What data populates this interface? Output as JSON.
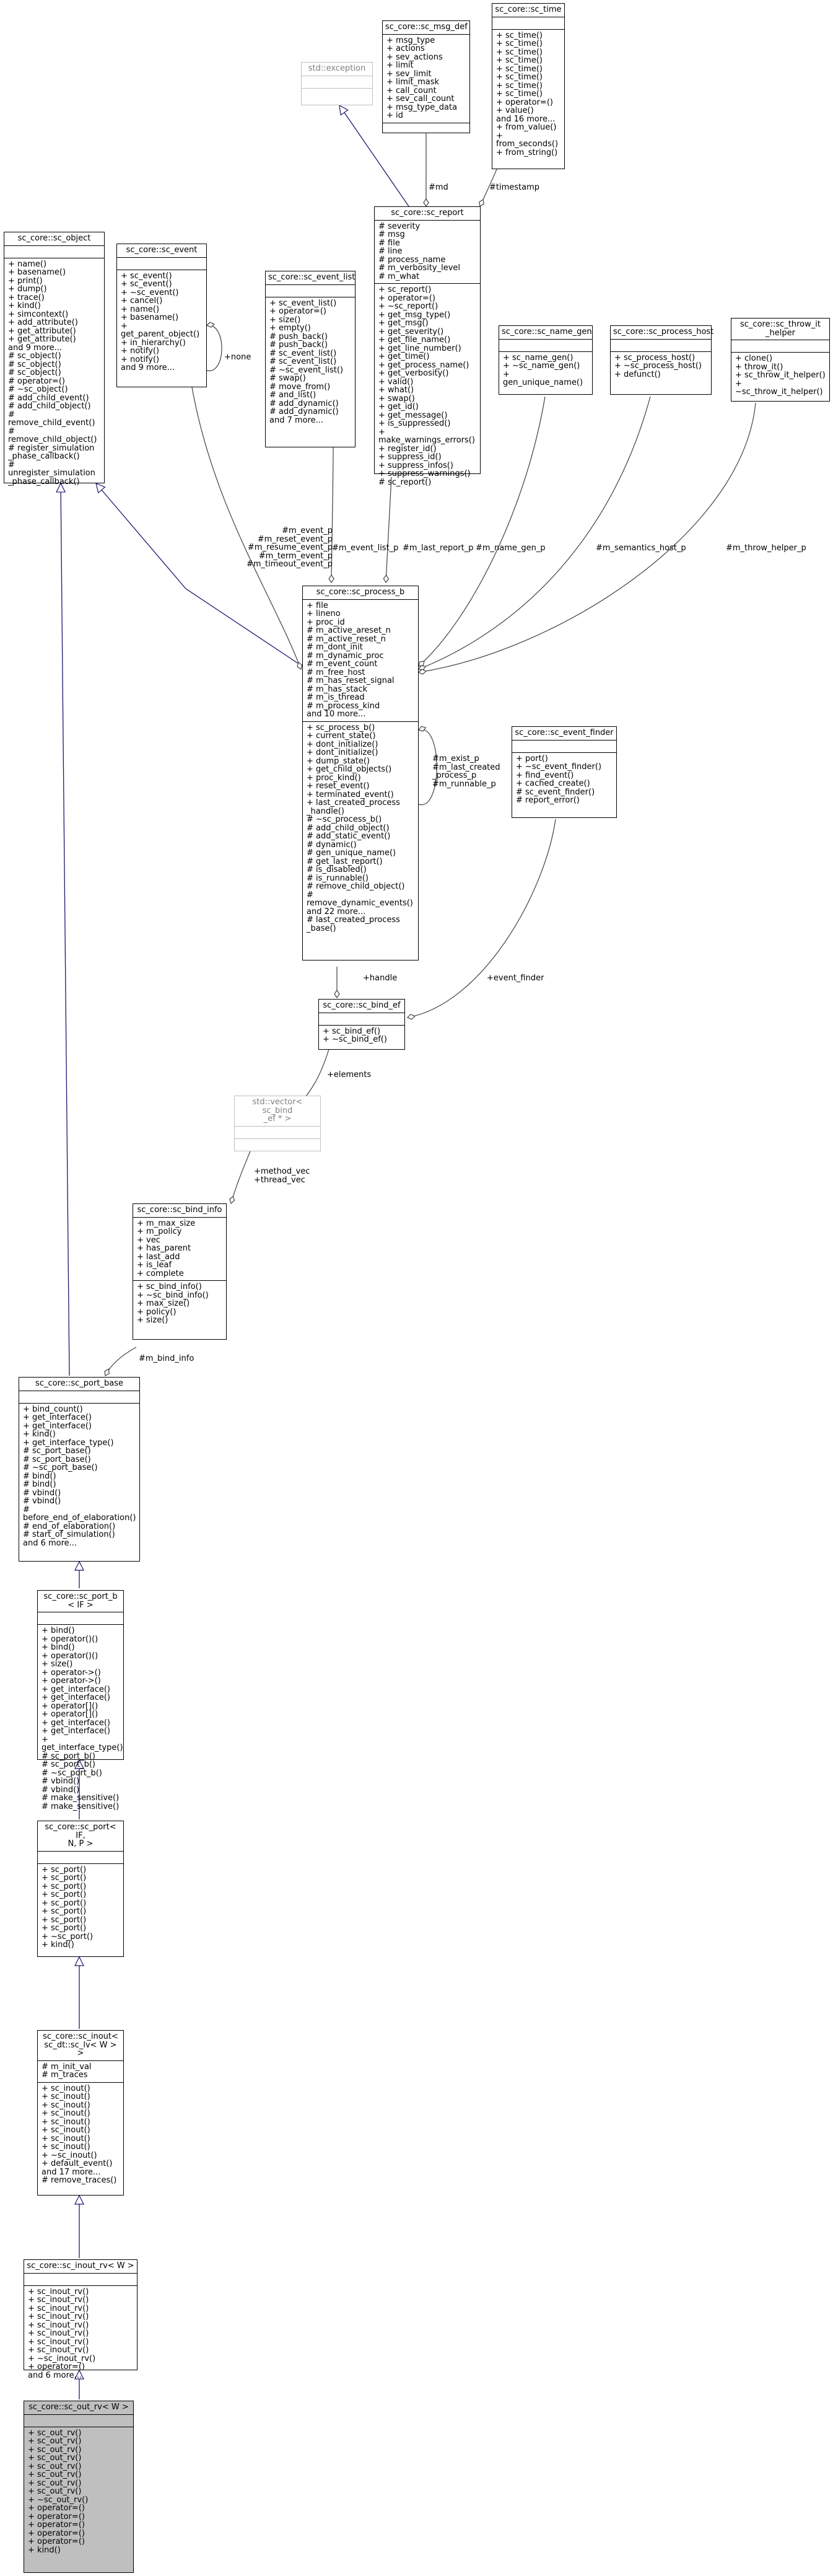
{
  "colors": {
    "inheritance": "#191970",
    "usage": "#404040",
    "highlight": "#bfbfbf",
    "external_border": "#bfbfbf"
  },
  "nodes": {
    "sc_object": {
      "title": "sc_core::sc_object",
      "attrs": "",
      "methods": "+ name()\n+ basename()\n+ print()\n+ dump()\n+ trace()\n+ kind()\n+ simcontext()\n+ add_attribute()\n+ get_attribute()\n+ get_attribute()\nand 9 more...\n# sc_object()\n# sc_object()\n# sc_object()\n# operator=()\n# ~sc_object()\n# add_child_event()\n# add_child_object()\n# remove_child_event()\n# remove_child_object()\n# register_simulation\n_phase_callback()\n# unregister_simulation\n_phase_callback()"
    },
    "sc_event": {
      "title": "sc_core::sc_event",
      "attrs": "",
      "methods": "+ sc_event()\n+ sc_event()\n+ ~sc_event()\n+ cancel()\n+ name()\n+ basename()\n+ get_parent_object()\n+ in_hierarchy()\n+ notify()\n+ notify()\nand 9 more..."
    },
    "sc_event_list": {
      "title": "sc_core::sc_event_list",
      "attrs": "",
      "methods": "+ sc_event_list()\n+ operator=()\n+ size()\n+ empty()\n# push_back()\n# push_back()\n# sc_event_list()\n# sc_event_list()\n# ~sc_event_list()\n# swap()\n# move_from()\n# and_list()\n# add_dynamic()\n# add_dynamic()\nand 7 more..."
    },
    "exception": {
      "title": "std::exception",
      "attrs": "",
      "methods": ""
    },
    "sc_msg_def": {
      "title": "sc_core::sc_msg_def",
      "attrs": "+ msg_type\n+ actions\n+ sev_actions\n+ limit\n+ sev_limit\n+ limit_mask\n+ call_count\n+ sev_call_count\n+ msg_type_data\n+ id",
      "methods": ""
    },
    "sc_time": {
      "title": "sc_core::sc_time",
      "attrs": "",
      "methods": "+ sc_time()\n+ sc_time()\n+ sc_time()\n+ sc_time()\n+ sc_time()\n+ sc_time()\n+ sc_time()\n+ sc_time()\n+ operator=()\n+ value()\nand 16 more...\n+ from_value()\n+ from_seconds()\n+ from_string()"
    },
    "sc_report": {
      "title": "sc_core::sc_report",
      "attrs": "# severity\n# msg\n# file\n# line\n# process_name\n# m_verbosity_level\n# m_what",
      "methods": "+ sc_report()\n+ operator=()\n+ ~sc_report()\n+ get_msg_type()\n+ get_msg()\n+ get_severity()\n+ get_file_name()\n+ get_line_number()\n+ get_time()\n+ get_process_name()\n+ get_verbosity()\n+ valid()\n+ what()\n+ swap()\n+ get_id()\n+ get_message()\n+ is_suppressed()\n+ make_warnings_errors()\n+ register_id()\n+ suppress_id()\n+ suppress_infos()\n+ suppress_warnings()\n# sc_report()"
    },
    "sc_name_gen": {
      "title": "sc_core::sc_name_gen",
      "attrs": "",
      "methods": "+ sc_name_gen()\n+ ~sc_name_gen()\n+ gen_unique_name()"
    },
    "sc_process_host": {
      "title": "sc_core::sc_process_host",
      "attrs": "",
      "methods": "+ sc_process_host()\n+ ~sc_process_host()\n+ defunct()"
    },
    "sc_throw_it_helper": {
      "title": "sc_core::sc_throw_it\n_helper",
      "attrs": "",
      "methods": "+ clone()\n+ throw_it()\n+ sc_throw_it_helper()\n+ ~sc_throw_it_helper()"
    },
    "sc_process_b": {
      "title": "sc_core::sc_process_b",
      "attrs": "+ file\n+ lineno\n+ proc_id\n# m_active_areset_n\n# m_active_reset_n\n# m_dont_init\n# m_dynamic_proc\n# m_event_count\n# m_free_host\n# m_has_reset_signal\n# m_has_stack\n# m_is_thread\n# m_process_kind\nand 10 more...",
      "methods": "+ sc_process_b()\n+ current_state()\n+ dont_initialize()\n+ dont_initialize()\n+ dump_state()\n+ get_child_objects()\n+ proc_kind()\n+ reset_event()\n+ terminated_event()\n+ last_created_process\n_handle()\n# ~sc_process_b()\n# add_child_object()\n# add_static_event()\n# dynamic()\n# gen_unique_name()\n# get_last_report()\n# is_disabled()\n# is_runnable()\n# remove_child_object()\n# remove_dynamic_events()\nand 22 more...\n# last_created_process\n_base()"
    },
    "sc_event_finder": {
      "title": "sc_core::sc_event_finder",
      "attrs": "",
      "methods": "+ port()\n+ ~sc_event_finder()\n+ find_event()\n+ cached_create()\n# sc_event_finder()\n# report_error()"
    },
    "sc_bind_ef": {
      "title": "sc_core::sc_bind_ef",
      "attrs": "",
      "methods": "+ sc_bind_ef()\n+ ~sc_bind_ef()"
    },
    "vector_bind_ef": {
      "title": "std::vector< sc_bind\n_ef * >",
      "attrs": "",
      "methods": ""
    },
    "sc_bind_info": {
      "title": "sc_core::sc_bind_info",
      "attrs": "+ m_max_size\n+ m_policy\n+ vec\n+ has_parent\n+ last_add\n+ is_leaf\n+ complete",
      "methods": "+ sc_bind_info()\n+ ~sc_bind_info()\n+ max_size()\n+ policy()\n+ size()"
    },
    "sc_port_base": {
      "title": "sc_core::sc_port_base",
      "attrs": "",
      "methods": "+ bind_count()\n+ get_interface()\n+ get_interface()\n+ kind()\n+ get_interface_type()\n# sc_port_base()\n# sc_port_base()\n# ~sc_port_base()\n# bind()\n# bind()\n# vbind()\n# vbind()\n# before_end_of_elaboration()\n# end_of_elaboration()\n# start_of_simulation()\nand 6 more..."
    },
    "sc_port_b": {
      "title": "sc_core::sc_port_b\n< IF >",
      "attrs": "",
      "methods": "+ bind()\n+ operator()()\n+ bind()\n+ operator()()\n+ size()\n+ operator->()\n+ operator->()\n+ get_interface()\n+ get_interface()\n+ operator[]()\n+ operator[]()\n+ get_interface()\n+ get_interface()\n+ get_interface_type()\n# sc_port_b()\n# sc_port_b()\n# ~sc_port_b()\n# vbind()\n# vbind()\n# make_sensitive()\n# make_sensitive()"
    },
    "sc_port": {
      "title": "sc_core::sc_port< IF,\n N, P >",
      "attrs": "",
      "methods": "+ sc_port()\n+ sc_port()\n+ sc_port()\n+ sc_port()\n+ sc_port()\n+ sc_port()\n+ sc_port()\n+ sc_port()\n+ ~sc_port()\n+ kind()"
    },
    "sc_inout": {
      "title": "sc_core::sc_inout<\n sc_dt::sc_lv< W > >",
      "attrs": "# m_init_val\n# m_traces",
      "methods": "+ sc_inout()\n+ sc_inout()\n+ sc_inout()\n+ sc_inout()\n+ sc_inout()\n+ sc_inout()\n+ sc_inout()\n+ sc_inout()\n+ ~sc_inout()\n+ default_event()\nand 17 more...\n# remove_traces()"
    },
    "sc_inout_rv": {
      "title": "sc_core::sc_inout_rv< W >",
      "attrs": "",
      "methods": "+ sc_inout_rv()\n+ sc_inout_rv()\n+ sc_inout_rv()\n+ sc_inout_rv()\n+ sc_inout_rv()\n+ sc_inout_rv()\n+ sc_inout_rv()\n+ sc_inout_rv()\n+ ~sc_inout_rv()\n+ operator=()\nand 6 more..."
    },
    "sc_out_rv": {
      "title": "sc_core::sc_out_rv< W >",
      "attrs": "",
      "methods": "+ sc_out_rv()\n+ sc_out_rv()\n+ sc_out_rv()\n+ sc_out_rv()\n+ sc_out_rv()\n+ sc_out_rv()\n+ sc_out_rv()\n+ sc_out_rv()\n+ ~sc_out_rv()\n+ operator=()\n+ operator=()\n+ operator=()\n+ operator=()\n+ operator=()\n+ kind()"
    }
  },
  "edge_labels": {
    "none": "+none",
    "md": "#md",
    "timestamp": "#timestamp",
    "event_p": "#m_event_p\n#m_reset_event_p\n#m_resume_event_p\n#m_term_event_p\n#m_timeout_event_p",
    "event_list_p": "#m_event_list_p",
    "last_report_p": "#m_last_report_p",
    "name_gen_p": "#m_name_gen_p",
    "semantics_host_p": "#m_semantics_host_p",
    "throw_helper_p": "#m_throw_helper_p",
    "exist_p": "#m_exist_p\n#m_last_created\n_process_p\n#m_runnable_p",
    "handle": "+handle",
    "event_finder": "+event_finder",
    "elements": "+elements",
    "method_vec": "+method_vec\n+thread_vec",
    "bind_info": "#m_bind_info"
  }
}
